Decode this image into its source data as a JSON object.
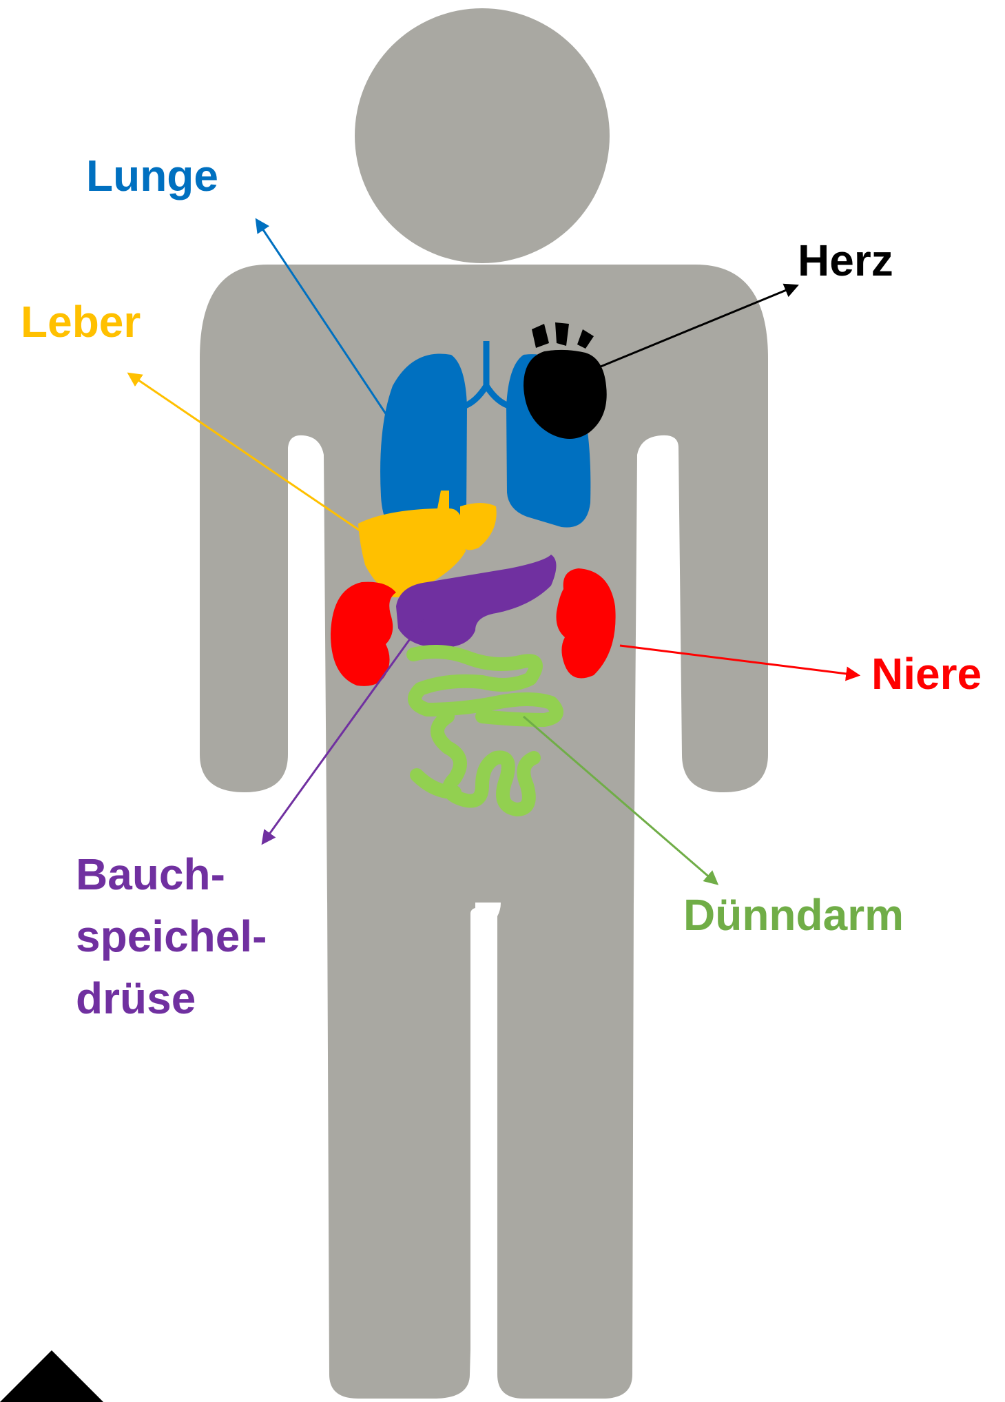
{
  "labels": {
    "lunge": "Lunge",
    "herz": "Herz",
    "leber": "Leber",
    "niere": "Niere",
    "bauchspeicheldruese_line1": "Bauch-",
    "bauchspeicheldruese_line2": "speichel-",
    "bauchspeicheldruese_line3": "drüse",
    "duenndarm": "Dünndarm"
  },
  "colors": {
    "body": "#a9a8a2",
    "lunge": "#0070c0",
    "herz": "#000000",
    "leber": "#ffc000",
    "niere": "#ff0000",
    "bauchspeicheldruese": "#7030a0",
    "duenndarm": "#92d050",
    "duenndarm_label": "#70ad47"
  },
  "icons": {
    "corner": "triangle-up-icon"
  }
}
